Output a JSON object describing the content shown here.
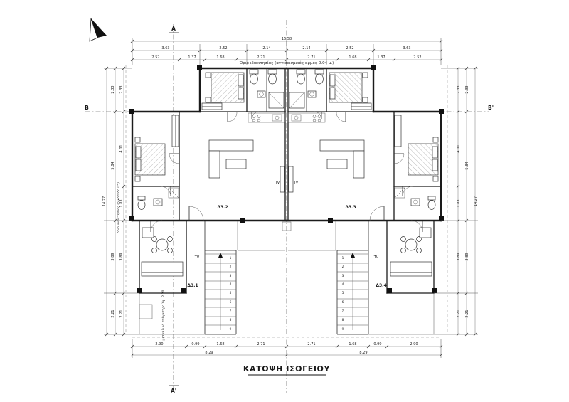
{
  "title": "ΚΑΤΟΨΗ ΙΣΟΓΕΙΟΥ",
  "annotations": {
    "boundary_note": "Όριο ιδιοκτησίας (αντισεισμικός αρμός 0.04 μ.)",
    "left_boundary_note": "όριο ιδιοκτησίας (οικόπεδο 05)",
    "pergola_note": "μεταλλικό στέγαστρο Υψ. 2.20"
  },
  "sections": {
    "top": "A",
    "bottom": "A'",
    "left": "B",
    "right": "B'"
  },
  "unit_labels": {
    "u1": "Δ3.1",
    "u2": "Δ3.2",
    "u3": "Δ3.3",
    "u4": "Δ3.4"
  },
  "tv_label": "TV",
  "stair_numbers": [
    "1",
    "2",
    "3",
    "4",
    "5",
    "6",
    "7",
    "8",
    "9"
  ],
  "dims": {
    "top_overall": "16.58",
    "top_row": [
      "3.63",
      "2.52",
      "2.14",
      "2.14",
      "2.52",
      "3.63"
    ],
    "top_inner": [
      "2.52",
      "1.37",
      "1.68",
      "2.71",
      "2.71",
      "1.68",
      "1.37",
      "2.52"
    ],
    "left_overall": "14.27",
    "left_row": [
      "2.33",
      "5.84",
      "3.89",
      "2.21"
    ],
    "left_inner": [
      "2.33",
      "4.01",
      "1.83",
      "3.89",
      "2.21"
    ],
    "right_overall": "14.27",
    "right_row": [
      "2.33",
      "5.84",
      "3.89",
      "2.21"
    ],
    "right_inner": [
      "2.33",
      "4.01",
      "1.83",
      "3.89",
      "2.21"
    ],
    "bottom_inner": [
      "2.90",
      "0.99",
      "1.68",
      "2.71",
      "2.71",
      "1.68",
      "0.99",
      "2.90"
    ],
    "bottom_row": [
      "8.29",
      "8.29"
    ]
  }
}
